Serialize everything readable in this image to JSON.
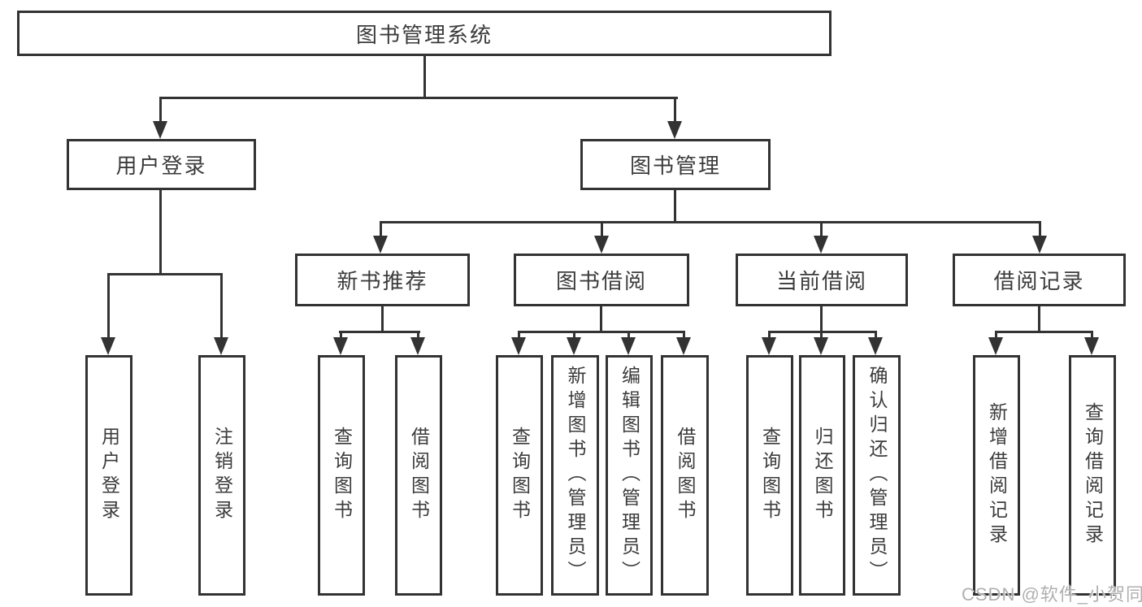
{
  "diagram": {
    "root": {
      "label": "图书管理系统"
    },
    "level2": [
      {
        "label": "用户登录"
      },
      {
        "label": "图书管理"
      }
    ],
    "level3": [
      {
        "label": "新书推荐"
      },
      {
        "label": "图书借阅"
      },
      {
        "label": "当前借阅"
      },
      {
        "label": "借阅记录"
      }
    ],
    "groups": [
      {
        "parent": "用户登录",
        "items": [
          {
            "label": "用户登录"
          },
          {
            "label": "注销登录"
          }
        ]
      },
      {
        "parent": "新书推荐",
        "items": [
          {
            "label": "查询图书"
          },
          {
            "label": "借阅图书"
          }
        ]
      },
      {
        "parent": "图书借阅",
        "items": [
          {
            "label": "查询图书"
          },
          {
            "label": "新增图书（管理员）"
          },
          {
            "label": "编辑图书（管理员）"
          },
          {
            "label": "借阅图书"
          }
        ]
      },
      {
        "parent": "当前借阅",
        "items": [
          {
            "label": "查询图书"
          },
          {
            "label": "归还图书"
          },
          {
            "label": "确认归还（管理员）"
          }
        ]
      },
      {
        "parent": "借阅记录",
        "items": [
          {
            "label": "新增借阅记录"
          },
          {
            "label": "查询借阅记录"
          }
        ]
      }
    ]
  },
  "watermark": {
    "text": "CSDN @软件_小贺同学"
  },
  "colors": {
    "line": "#333333",
    "text": "#3b3b3b",
    "background": "#ffffff"
  }
}
